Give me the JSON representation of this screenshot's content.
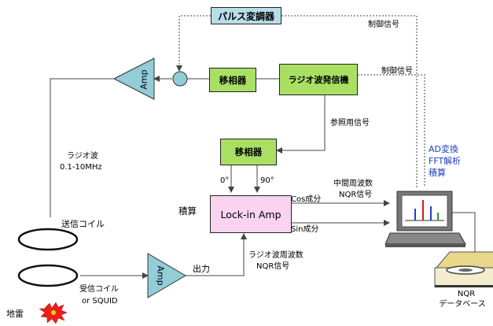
{
  "colors": {
    "pulse_box": "#b7dde8",
    "green_box": "#a9e063",
    "lockin_box": "#f9d3ef",
    "amp_fill": "#92cdd8",
    "text_blue": "#1f3fbf",
    "spectrum_red": "#d81818",
    "spectrum_blue": "#2040d0",
    "spectrum_green": "#20a030"
  },
  "blocks": {
    "pulse_modulator": "パルス変調器",
    "phase_shifter_top": "移相器",
    "radio_transmitter": "ラジオ波発信機",
    "phase_shifter_mid": "移相器",
    "lockin": "Lock-in Amp",
    "amp_top": "Amp",
    "amp_bottom": "Amp"
  },
  "labels": {
    "control_signal_1": "制御信号",
    "control_signal_2": "制御信号",
    "reference_signal": "参照用信号",
    "radio_wave": "ラジオ波",
    "radio_freq_range": "0.1-10MHz",
    "send_coil": "送信コイル",
    "recv_coil_1": "受信コイル",
    "recv_coil_2": "or SQUID",
    "mine": "地雷",
    "integration": "積算",
    "deg0": "0°",
    "deg90": "90°",
    "cos_component": "Cos成分",
    "sin_component": "Sin成分",
    "intermediate_freq": "中間周波数",
    "nqr_signal_1": "NQR信号",
    "output": "出力",
    "radio_wave_freq": "ラジオ波周波数",
    "nqr_signal_2": "NQR信号",
    "pc_ad": "AD変換",
    "pc_fft": "FFT解析",
    "pc_integ": "積算",
    "db_nqr": "NQR",
    "db_name": "データベース"
  }
}
